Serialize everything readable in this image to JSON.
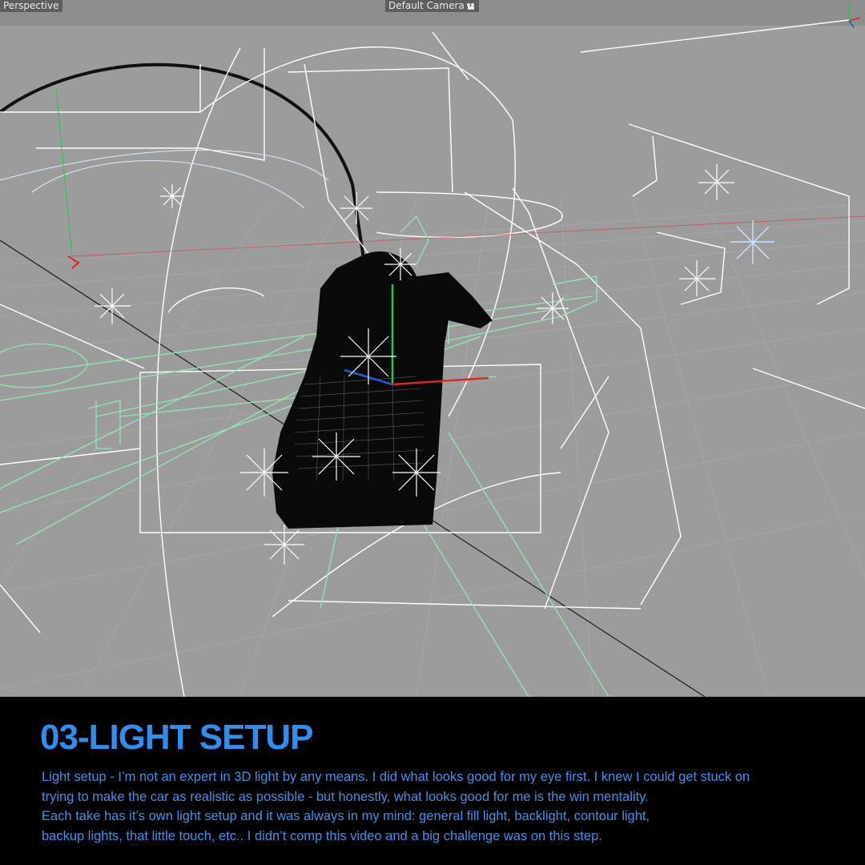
{
  "viewport": {
    "view_label": "Perspective",
    "camera_label": "Default Camera"
  },
  "caption": {
    "title": "03-LIGHT SETUP",
    "lines": [
      "Light setup - I’m not an expert in 3D light by any means. I did what looks good for my eye first. I knew I could get stuck on",
      "trying to make the car as realistic as possible - but honestly, what looks good for me is the win mentality.",
      "Each take has it’s own light setup and it was always in my mind: general fill light, backlight, contour light,",
      "backup lights, that little touch, etc.. I didn’t comp this video and a big challenge was on this step."
    ]
  },
  "colors": {
    "viewport_bg": "#9c9c9c",
    "wire_white": "#ffffff",
    "wire_green": "#8fe8b0",
    "axis_x": "#e0261f",
    "axis_y": "#21c84a",
    "axis_z": "#1c5bd8",
    "title": "#2d8ff0",
    "body_text": "#3a93ea"
  }
}
